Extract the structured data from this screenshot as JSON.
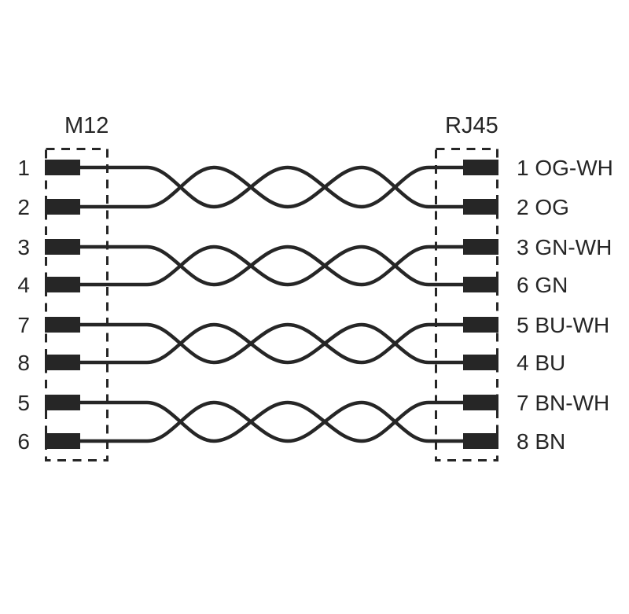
{
  "connectors": {
    "left": {
      "title": "M12",
      "pins": [
        "1",
        "2",
        "3",
        "4",
        "7",
        "8",
        "5",
        "6"
      ]
    },
    "right": {
      "title": "RJ45",
      "pins": [
        "1 OG-WH",
        "2 OG",
        "3 GN-WH",
        "6 GN",
        "5 BU-WH",
        "4 BU",
        "7 BN-WH",
        "8 BN"
      ]
    }
  },
  "pairs": [
    {
      "left_pins": [
        "1",
        "2"
      ],
      "right_pins": [
        "1 OG-WH",
        "2 OG"
      ]
    },
    {
      "left_pins": [
        "3",
        "4"
      ],
      "right_pins": [
        "3 GN-WH",
        "6 GN"
      ]
    },
    {
      "left_pins": [
        "7",
        "8"
      ],
      "right_pins": [
        "5 BU-WH",
        "4 BU"
      ]
    },
    {
      "left_pins": [
        "5",
        "6"
      ],
      "right_pins": [
        "7 BN-WH",
        "8 BN"
      ]
    }
  ],
  "colors": {
    "line": "#262626",
    "background": "#ffffff"
  }
}
